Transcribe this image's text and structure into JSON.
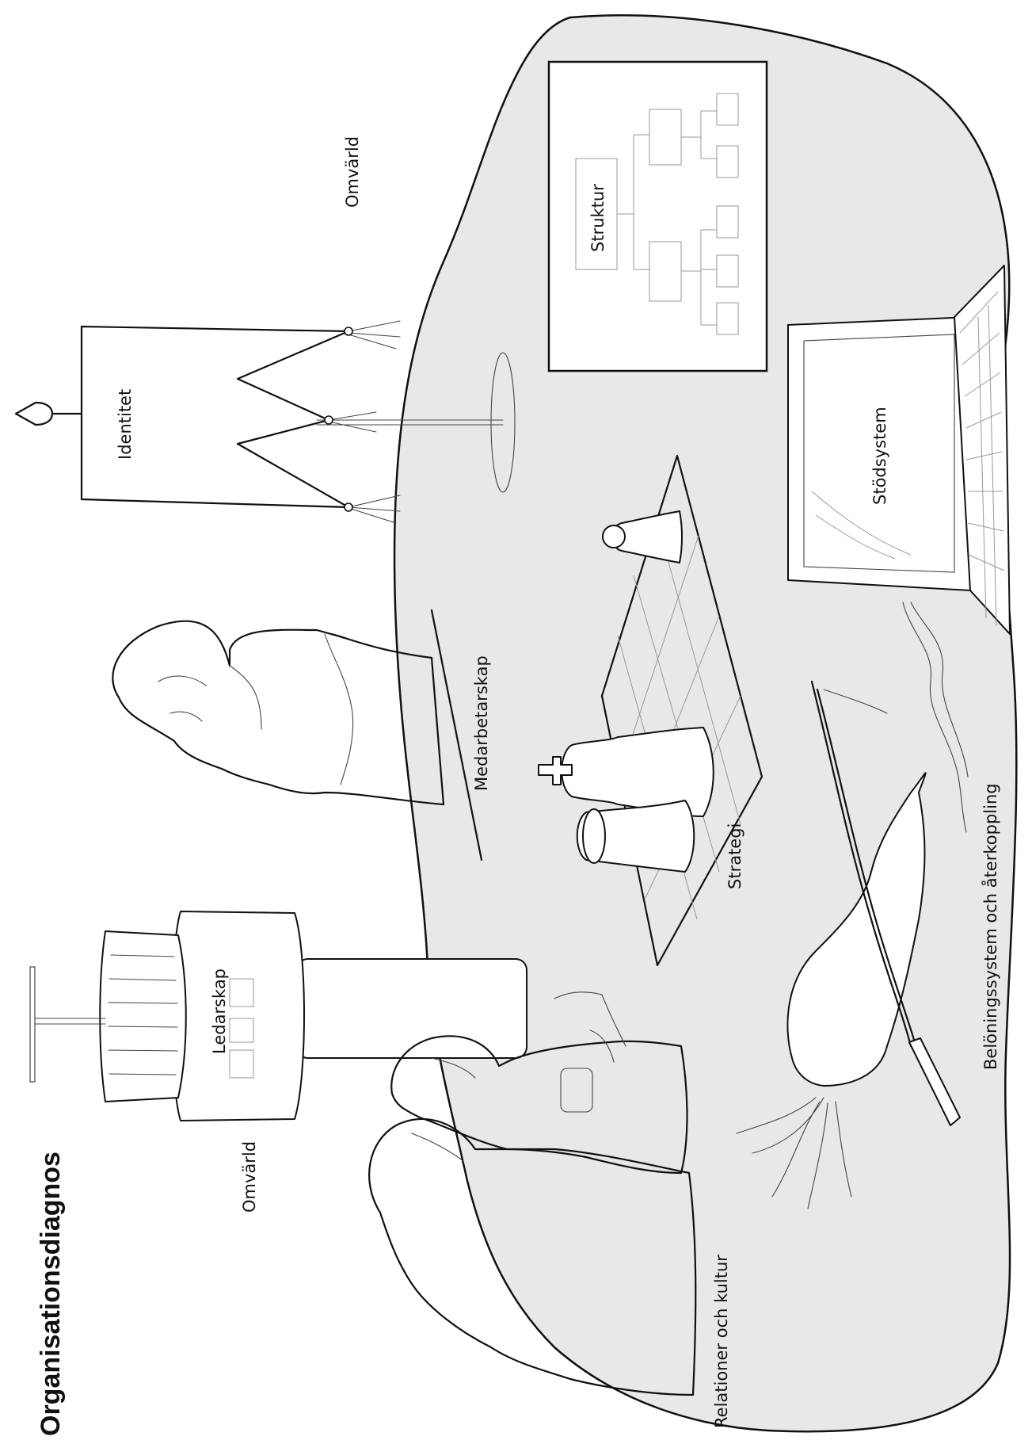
{
  "title": "Organisationsdiagnos",
  "environment": {
    "label_left": "Omvärld",
    "label_right": "Omvärld"
  },
  "components": {
    "identitet": "Identitet",
    "ledarskap": "Ledarskap",
    "medarbetarskap": "Medarbetarskap",
    "strategi": "Strategi",
    "struktur": "Struktur",
    "stodsystem": "Stödsystem",
    "beloning": "Belöningssystem och återkoppling",
    "relationer": "Relationer och kultur"
  },
  "colors": {
    "organisation_fill": "#e8e8e8",
    "ink": "#111111",
    "background": "#ffffff"
  }
}
